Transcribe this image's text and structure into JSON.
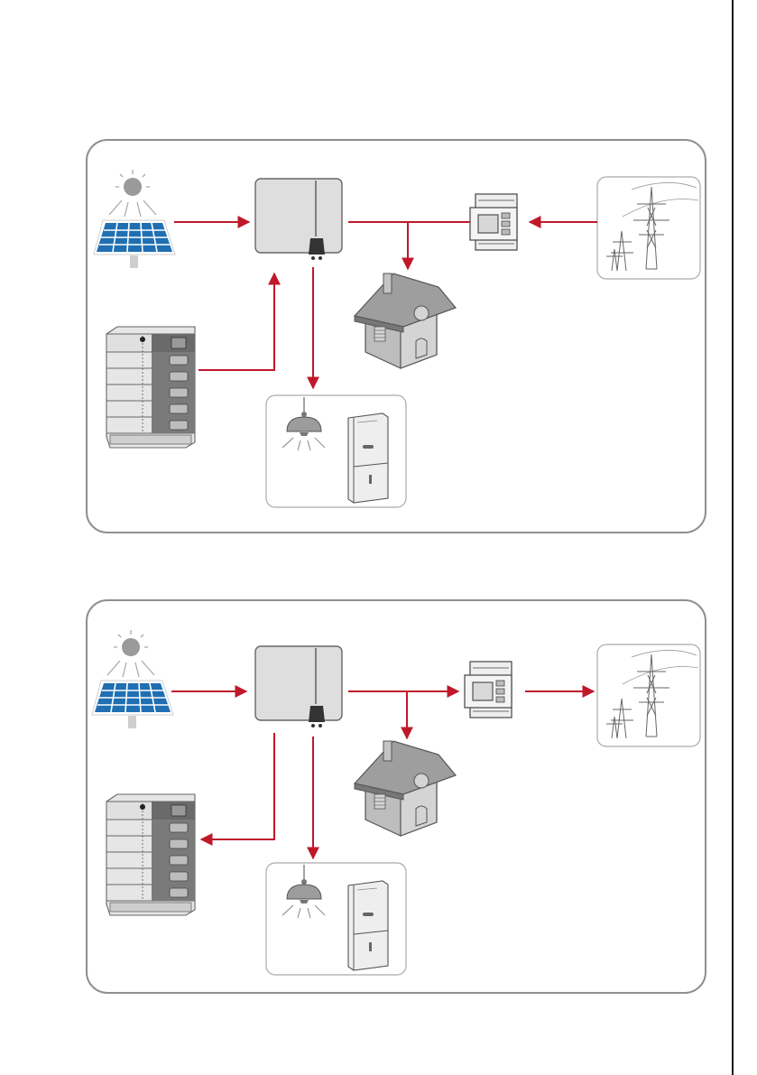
{
  "colors": {
    "flow_arrow": "#c0182b",
    "panel_border": "#8f8f8f",
    "solar_cell": "#1f6fb2",
    "device_grey": "#dedede",
    "device_outline": "#666666"
  },
  "diagrams": [
    {
      "id": "charging-mode",
      "flows": [
        "pv-to-inverter",
        "battery-to-inverter",
        "grid-to-meter",
        "meter-to-house",
        "inverter-to-loads"
      ]
    },
    {
      "id": "discharging-mode",
      "flows": [
        "pv-to-inverter",
        "inverter-to-meter",
        "meter-to-grid",
        "meter-to-house",
        "inverter-to-battery",
        "inverter-to-loads"
      ]
    }
  ],
  "icons": [
    "sun-icon",
    "solar-panel-icon",
    "inverter-icon",
    "smart-meter-icon",
    "power-grid-icon",
    "house-icon",
    "battery-stack-icon",
    "ceiling-lamp-icon",
    "appliance-icon"
  ]
}
